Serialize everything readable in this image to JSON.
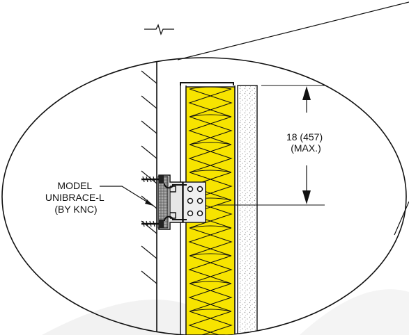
{
  "callout": {
    "lines": [
      "MODEL",
      "UNIBRACE-L",
      "(BY KNC)"
    ]
  },
  "dimension": {
    "lines": [
      "18 (457)",
      "(MAX.)"
    ]
  },
  "colors": {
    "insulation": "#f7e400",
    "line": "#111111",
    "stipple": "#9a9a9a",
    "bracket_fill": "#d9d9d9",
    "gasket": "#7a7a7a"
  }
}
